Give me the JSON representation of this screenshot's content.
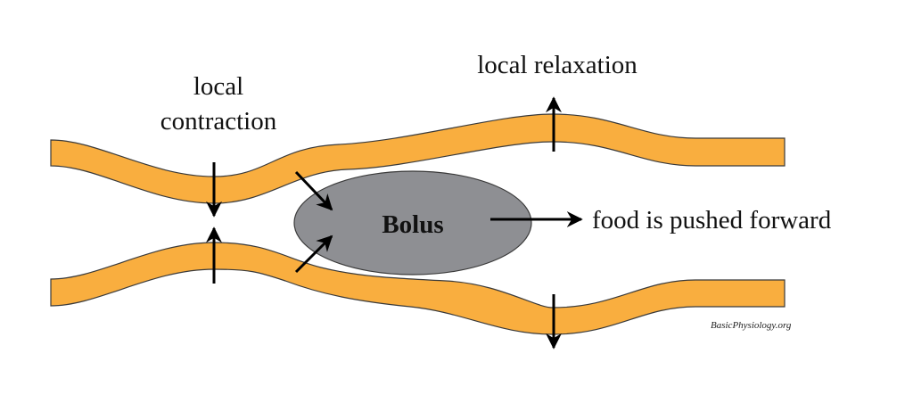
{
  "title": "Peristalsis diagram",
  "labels": {
    "contraction_line1": "local",
    "contraction_line2": "contraction",
    "relaxation": "local relaxation",
    "bolus": "Bolus",
    "forward": "food is pushed forward",
    "credit": "BasicPhysiology.org"
  },
  "colors": {
    "wall_fill": "#f9ae3f",
    "wall_stroke": "#3a3a3a",
    "bolus_fill": "#8e8f93",
    "arrow": "#000000"
  }
}
